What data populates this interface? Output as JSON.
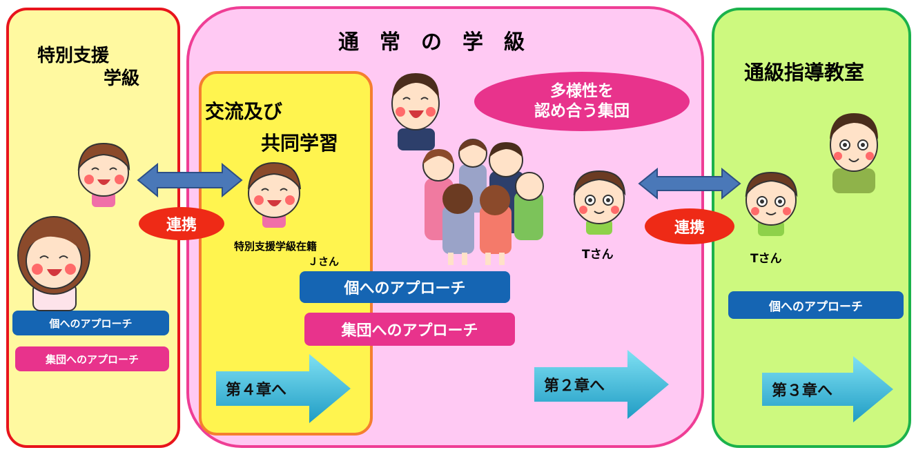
{
  "left_panel": {
    "title_line1": "特別支援",
    "title_line2": "学級",
    "individual_approach": "個へのアプローチ",
    "group_approach": "集団へのアプローチ"
  },
  "center_panel": {
    "title": "通　常　の　学　級",
    "diversity_line1": "多様性を",
    "diversity_line2": "認め合う集団",
    "t_label": "Tさん",
    "individual_approach": "個へのアプローチ",
    "group_approach": "集団へのアプローチ",
    "chapter_arrow": "第２章へ"
  },
  "inner_panel": {
    "title_line1": "交流及び",
    "title_line2": "共同学習",
    "student_line1": "特別支援学級在籍",
    "student_line2": "Ｊさん",
    "chapter_arrow": "第４章へ"
  },
  "right_panel": {
    "title": "通級指導教室",
    "t_label": "Tさん",
    "individual_approach": "個へのアプローチ",
    "chapter_arrow": "第３章へ"
  },
  "links": {
    "left_link": "連携",
    "right_link": "連携"
  },
  "colors": {
    "left_fill": "#fff9a0",
    "left_border": "#e8141c",
    "center_fill": "#ffc9f3",
    "center_border": "#ef3e95",
    "inner_fill": "#fff44f",
    "inner_border": "#f57e2f",
    "right_fill": "#cdf97f",
    "right_border": "#1bb24b",
    "individual_blue": "#1565b3",
    "group_pink": "#e8338c",
    "link_red": "#ee2a16",
    "arrow_cyan": "#39b8d6"
  }
}
